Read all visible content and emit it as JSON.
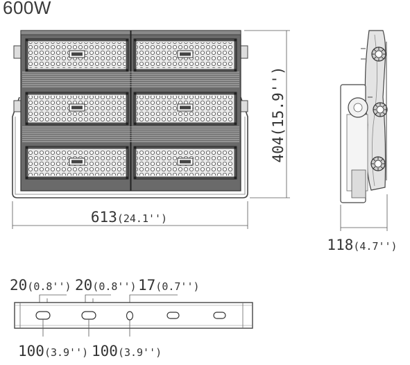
{
  "title": "600W",
  "front_view": {
    "width_label": "613",
    "width_inch": "(24.1'')",
    "height_label": "404(15.9'')"
  },
  "side_view": {
    "depth_label": "118",
    "depth_inch": "(4.7'')"
  },
  "bracket_view": {
    "top_labels": [
      {
        "mm": "20",
        "inch": "(0.8'')"
      },
      {
        "mm": "20",
        "inch": "(0.8'')"
      },
      {
        "mm": "17",
        "inch": "(0.7'')"
      }
    ],
    "bottom_labels": [
      {
        "mm": "100",
        "inch": "(3.9'')"
      },
      {
        "mm": "100",
        "inch": "(3.9'')"
      }
    ]
  }
}
